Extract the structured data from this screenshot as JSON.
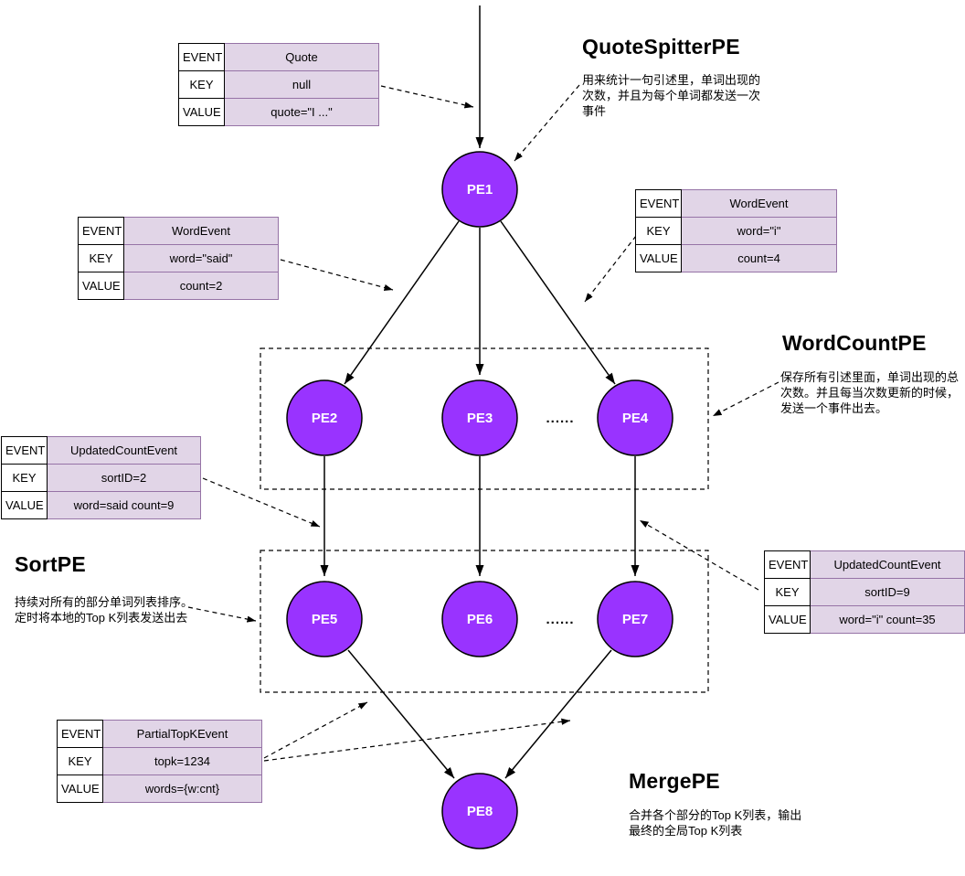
{
  "colors": {
    "node_fill": "#9933ff",
    "node_stroke": "#000000",
    "node_label": "#ffffff",
    "table_value_fill": "#e1d5e7",
    "table_value_border": "#9673a6"
  },
  "ellipsis": "......",
  "nodes": [
    {
      "label": "PE1"
    },
    {
      "label": "PE2"
    },
    {
      "label": "PE3"
    },
    {
      "label": "PE4"
    },
    {
      "label": "PE5"
    },
    {
      "label": "PE6"
    },
    {
      "label": "PE7"
    },
    {
      "label": "PE8"
    }
  ],
  "groups": [
    {
      "title": "QuoteSpitterPE",
      "description": "用来统计一句引述里，单词出现的\n次数，并且为每个单词都发送一次\n事件"
    },
    {
      "title": "WordCountPE",
      "description": "保存所有引述里面，单词出现的总\n次数。并且每当次数更新的时候，\n发送一个事件出去。"
    },
    {
      "title": "SortPE",
      "description": "持续对所有的部分单词列表排序。\n定时将本地的Top K列表发送出去"
    },
    {
      "title": "MergePE",
      "description": "合并各个部分的Top K列表，输出\n最终的全局Top K列表"
    }
  ],
  "tables": [
    {
      "name": "Quote",
      "rows": [
        {
          "label": "EVENT",
          "value": "Quote"
        },
        {
          "label": "KEY",
          "value": "null"
        },
        {
          "label": "VALUE",
          "value": "quote=\"I ...\""
        }
      ]
    },
    {
      "name": "WordEvent-said",
      "rows": [
        {
          "label": "EVENT",
          "value": "WordEvent"
        },
        {
          "label": "KEY",
          "value": "word=\"said\""
        },
        {
          "label": "VALUE",
          "value": "count=2"
        }
      ]
    },
    {
      "name": "WordEvent-i",
      "rows": [
        {
          "label": "EVENT",
          "value": "WordEvent"
        },
        {
          "label": "KEY",
          "value": "word=\"i\""
        },
        {
          "label": "VALUE",
          "value": "count=4"
        }
      ]
    },
    {
      "name": "UpdatedCountEvent-said",
      "rows": [
        {
          "label": "EVENT",
          "value": "UpdatedCountEvent"
        },
        {
          "label": "KEY",
          "value": "sortID=2"
        },
        {
          "label": "VALUE",
          "value": "word=said count=9"
        }
      ]
    },
    {
      "name": "UpdatedCountEvent-i",
      "rows": [
        {
          "label": "EVENT",
          "value": "UpdatedCountEvent"
        },
        {
          "label": "KEY",
          "value": "sortID=9"
        },
        {
          "label": "VALUE",
          "value": "word=\"i\" count=35"
        }
      ]
    },
    {
      "name": "PartialTopKEvent",
      "rows": [
        {
          "label": "EVENT",
          "value": "PartialTopKEvent"
        },
        {
          "label": "KEY",
          "value": "topk=1234"
        },
        {
          "label": "VALUE",
          "value": "words={w:cnt}"
        }
      ]
    }
  ]
}
